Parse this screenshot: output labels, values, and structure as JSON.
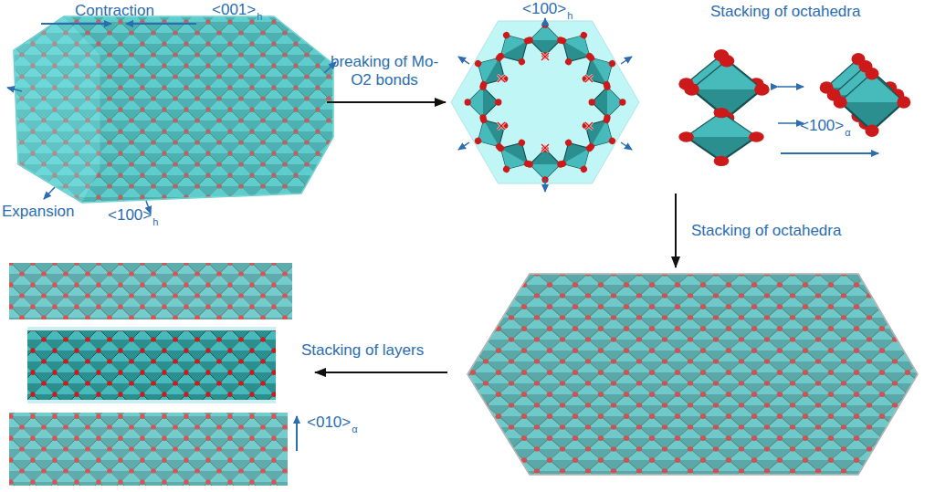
{
  "diagram": {
    "labels": [
      "Contraction",
      "<001>",
      "h",
      "Expansion",
      "<100>",
      "h",
      "breaking of Mo-O2 bonds",
      "<100>",
      "h",
      "Stacking of octahedra",
      "<100>",
      "α",
      "Stacking of octahedra",
      "Stacking of layers",
      "<010>",
      "α"
    ]
  }
}
